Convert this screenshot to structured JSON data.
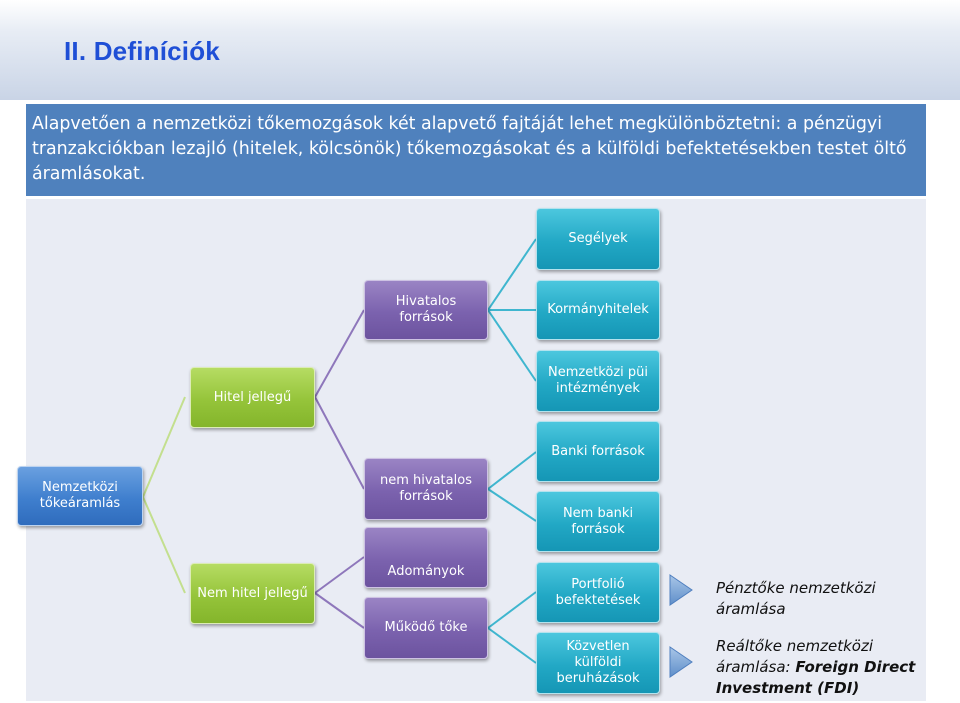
{
  "slide": {
    "title": "II.  Definíciók",
    "intro": "Alapvetően a nemzetközi tőkemozgások két alapvető fajtáját lehet megkülönböztetni: a pénzügyi tranzakciókban lezajló (hitelek, kölcsönök) tőkemozgásokat és a külföldi befektetésekben testet öltő áramlásokat."
  },
  "nodes": {
    "root": "Nemzetközi tőkeáramlás",
    "hitel": "Hitel jellegű",
    "nem_hitel": "Nem hitel jellegű",
    "hivatalos": "Hivatalos források",
    "nem_hivatalos": "nem hivatalos források",
    "adomanyok": "Adományok",
    "mukodo": "Működő tőke",
    "segelyek": "Segélyek",
    "kormanyhitelek": "Kormányhitelek",
    "nemzetkozi_pui": "Nemzetközi püi intézmények",
    "banki": "Banki források",
    "nem_banki": "Nem banki források",
    "portfolio": "Portfolió befektetések",
    "kozvetlen": "Közvetlen külföldi beruházások"
  },
  "notes": {
    "portfolio_note": "Pénztőke nemzetközi áramlása",
    "fdi_note_1": "Reáltőke nemzetközi áramlása: ",
    "fdi_note_2": "Foreign Direct Investment (FDI)"
  },
  "colors": {
    "root": "#3f7fce",
    "level1": "#95c43a",
    "level2": "#7b62ae",
    "level3": "#22a8c5",
    "intro_box": "#4f81bd",
    "title": "#1f4fd6"
  }
}
